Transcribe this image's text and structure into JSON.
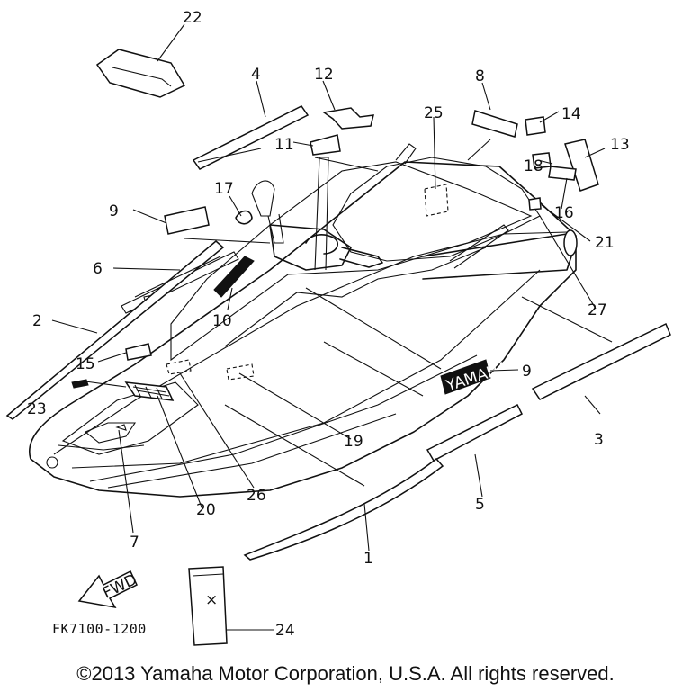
{
  "callouts": {
    "c1": "1",
    "c2": "2",
    "c3": "3",
    "c4": "4",
    "c5": "5",
    "c6": "6",
    "c7": "7",
    "c8": "8",
    "c9a": "9",
    "c9b": "9",
    "c10": "10",
    "c11": "11",
    "c12": "12",
    "c13": "13",
    "c14": "14",
    "c15": "15",
    "c16": "16",
    "c17": "17",
    "c18": "18",
    "c19": "19",
    "c20": "20",
    "c21": "21",
    "c22": "22",
    "c23": "23",
    "c24": "24",
    "c25": "25",
    "c26": "26",
    "c27": "27"
  },
  "decal_text": {
    "fwd": "FWD",
    "yamaha": "YAMAHA"
  },
  "part_code": "FK7100-1200",
  "copyright": "©2013 Yamaha Motor Corporation, U.S.A. All rights reserved."
}
